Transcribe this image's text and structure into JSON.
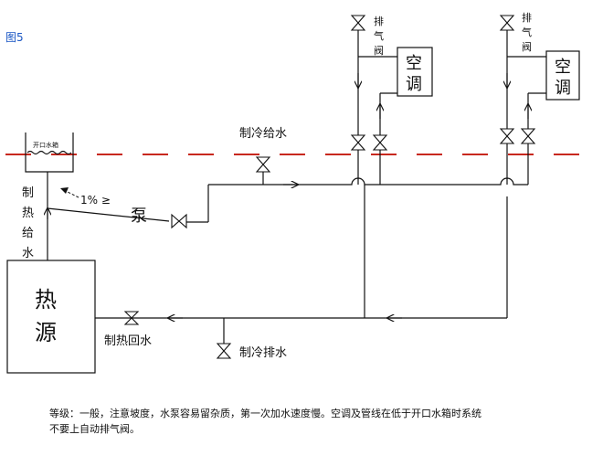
{
  "figure_label": "图5",
  "tank_label": "开口水箱",
  "heat_supply_label": [
    "制",
    "热",
    "给",
    "水"
  ],
  "slope_label": "1% ≥",
  "pump_label": "泵",
  "cooling_supply_label": "制冷给水",
  "vent_valve_label": [
    "排",
    "气",
    "阀"
  ],
  "ac_label": [
    "空",
    "调"
  ],
  "heat_source_label": [
    "热",
    "源"
  ],
  "heat_return_label": "制热回水",
  "cooling_drain_label": "制冷排水",
  "note": [
    "等级：一般，注意坡度，水泵容易留杂质，第一次加水速度慢。空调及管线在低于开口水箱时系统",
    "不要上自动排气阀。"
  ]
}
